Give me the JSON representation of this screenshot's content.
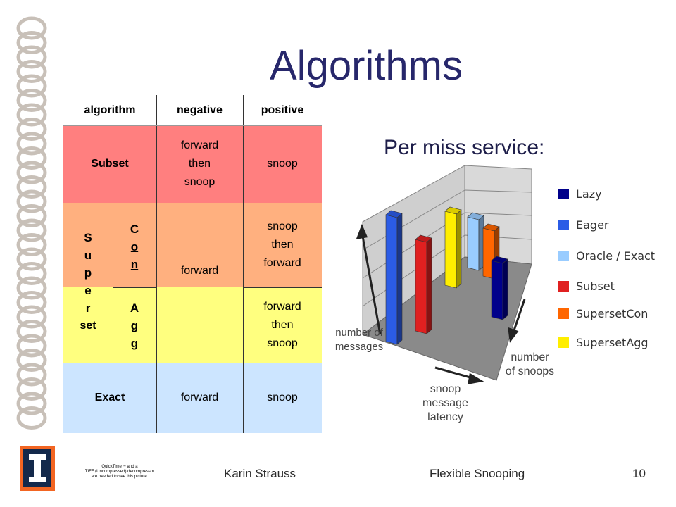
{
  "title": "Algorithms",
  "table": {
    "headers": [
      "algorithm",
      "negative",
      "positive"
    ],
    "subset": {
      "name": "Subset",
      "negative": [
        "forward",
        "then",
        "snoop"
      ],
      "positive": "snoop"
    },
    "superset": {
      "letters": [
        "S",
        "u",
        "p",
        "e",
        "r",
        "set"
      ],
      "con": {
        "letters": [
          "C",
          "o",
          "n"
        ],
        "positive": [
          "snoop",
          "then",
          "forward"
        ]
      },
      "agg": {
        "letters": [
          "A",
          "g",
          "g"
        ],
        "positive": [
          "forward",
          "then",
          "snoop"
        ]
      },
      "negative": "forward"
    },
    "exact": {
      "name": "Exact",
      "negative": "forward",
      "positive": "snoop"
    },
    "colors": {
      "subset": "#ff7f7f",
      "con": "#ffb07f",
      "agg": "#ffff7f",
      "exact": "#cce5ff"
    }
  },
  "chart_data": {
    "type": "bar",
    "title": "Per miss service:",
    "series": [
      {
        "name": "Lazy",
        "color": "#00008b"
      },
      {
        "name": "Eager",
        "color": "#2b5ce6"
      },
      {
        "name": "Oracle / Exact",
        "color": "#99ccff"
      },
      {
        "name": "Subset",
        "color": "#e02020"
      },
      {
        "name": "SupersetCon",
        "color": "#ff6600"
      },
      {
        "name": "SupersetAgg",
        "color": "#ffee00"
      }
    ],
    "axis_labels": {
      "messages": [
        "number of",
        "messages"
      ],
      "latency": [
        "snoop",
        "message",
        "latency"
      ],
      "snoops": [
        "number",
        "of snoops"
      ]
    }
  },
  "footer": {
    "author": "Karin Strauss",
    "talk": "Flexible Snooping",
    "page": "10",
    "qt_notice": [
      "QuickTime™ and a",
      "TIFF (Uncompressed) decompressor",
      "are needed to see this picture."
    ]
  }
}
